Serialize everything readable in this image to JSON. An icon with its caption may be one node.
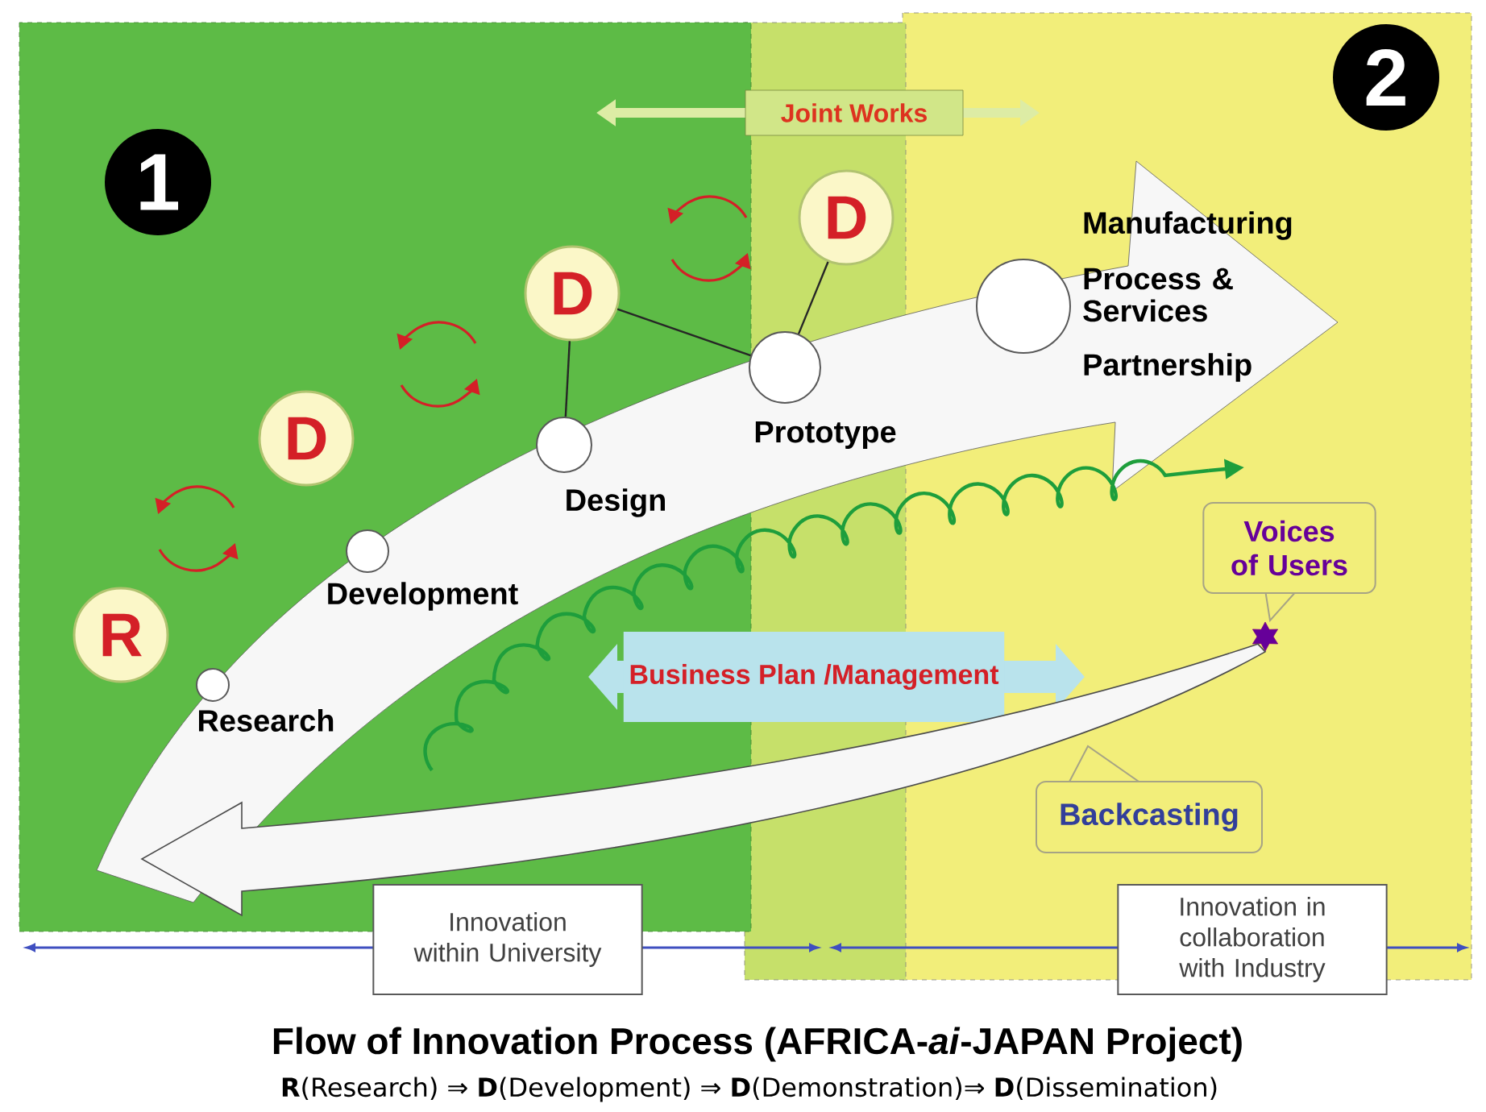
{
  "diagram": {
    "title": "Flow of Innovation Process (AFRICA-*ai*-JAPAN Project)",
    "caption": "**R**(Research) ⇒ **D**(Development) ⇒ **D**(Demonstration)⇒ **D**(Dissemination)",
    "nodes": [
      {
        "text": [
          "1"
        ]
      },
      {
        "text": [
          "2"
        ]
      },
      {
        "text": [
          "R"
        ]
      },
      {
        "text": [
          "D"
        ]
      },
      {
        "text": [
          "D"
        ]
      },
      {
        "text": [
          "D"
        ]
      },
      {
        "text": [],
        "shape": "circle",
        "beside": [
          "Research"
        ]
      },
      {
        "text": [],
        "shape": "circle",
        "beside": [
          "Development"
        ]
      },
      {
        "text": [],
        "shape": "circle",
        "beside": [
          "Design"
        ]
      },
      {
        "text": [],
        "shape": "circle",
        "beside": [
          "Prototype"
        ]
      },
      {
        "text": [],
        "shape": "circle",
        "beside": [
          "Manufacturing",
          "Process & Services",
          "Partnership"
        ]
      },
      {
        "text": [
          "Joint Works"
        ]
      },
      {
        "text": [
          "Business Plan /Management"
        ]
      },
      {
        "text": [
          "Voices of Users"
        ]
      },
      {
        "text": [],
        "shape": "star"
      },
      {
        "text": [
          "Backcasting"
        ]
      },
      {
        "text": [
          "Innovation within University"
        ]
      },
      {
        "text": [
          "Innovation in collaboration with Industry"
        ]
      }
    ],
    "edges": [
      {
        "from": 4,
        "to": 8,
        "arrow": "none"
      },
      {
        "from": 4,
        "to": 9,
        "arrow": "none"
      },
      {
        "from": 5,
        "to": 9,
        "arrow": "none"
      },
      {
        "from": 14,
        "to": null,
        "arrow": "to"
      }
    ]
  }
}
